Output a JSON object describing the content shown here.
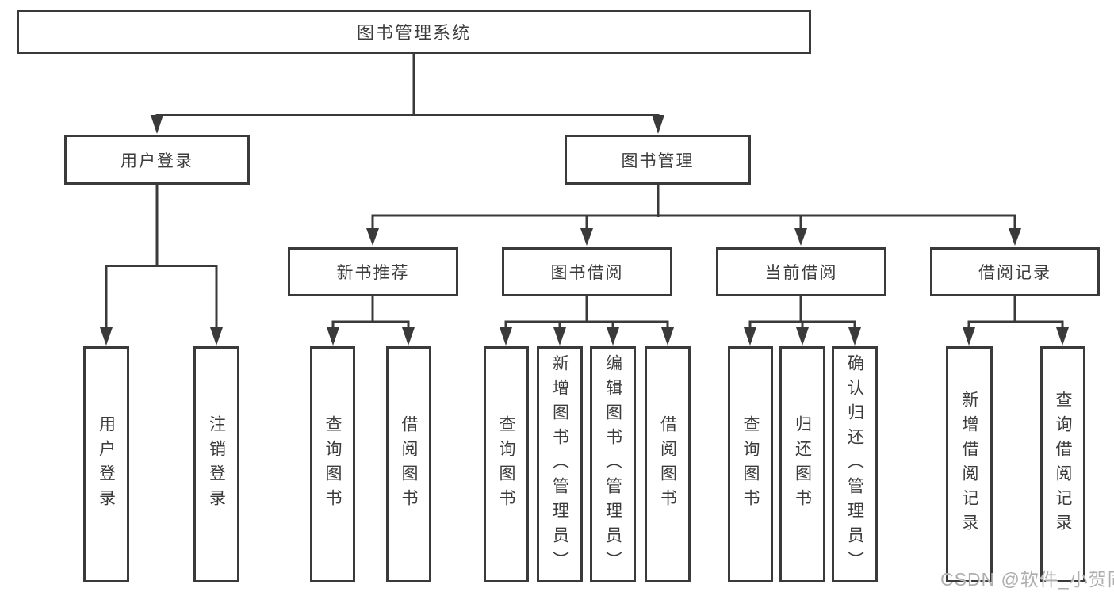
{
  "tree": {
    "label": "图书管理系统",
    "children": [
      {
        "label": "用户登录",
        "children": [
          {
            "label": "用户登录"
          },
          {
            "label": "注销登录"
          }
        ]
      },
      {
        "label": "图书管理",
        "children": [
          {
            "label": "新书推荐",
            "children": [
              {
                "label": "查询图书"
              },
              {
                "label": "借阅图书"
              }
            ]
          },
          {
            "label": "图书借阅",
            "children": [
              {
                "label": "查询图书"
              },
              {
                "label": "新增图书（管理员）"
              },
              {
                "label": "编辑图书（管理员）"
              },
              {
                "label": "借阅图书"
              }
            ]
          },
          {
            "label": "当前借阅",
            "children": [
              {
                "label": "查询图书"
              },
              {
                "label": "归还图书"
              },
              {
                "label": "确认归还（管理员）"
              }
            ]
          },
          {
            "label": "借阅记录",
            "children": [
              {
                "label": "新增借阅记录"
              },
              {
                "label": "查询借阅记录"
              }
            ]
          }
        ]
      }
    ]
  },
  "watermark": {
    "text": "CSDN @软件_小贺同学"
  },
  "colors": {
    "line": "#3a3a3a",
    "text": "#3c3c3c",
    "background": "#ffffff",
    "watermark": "#aeaeae"
  }
}
